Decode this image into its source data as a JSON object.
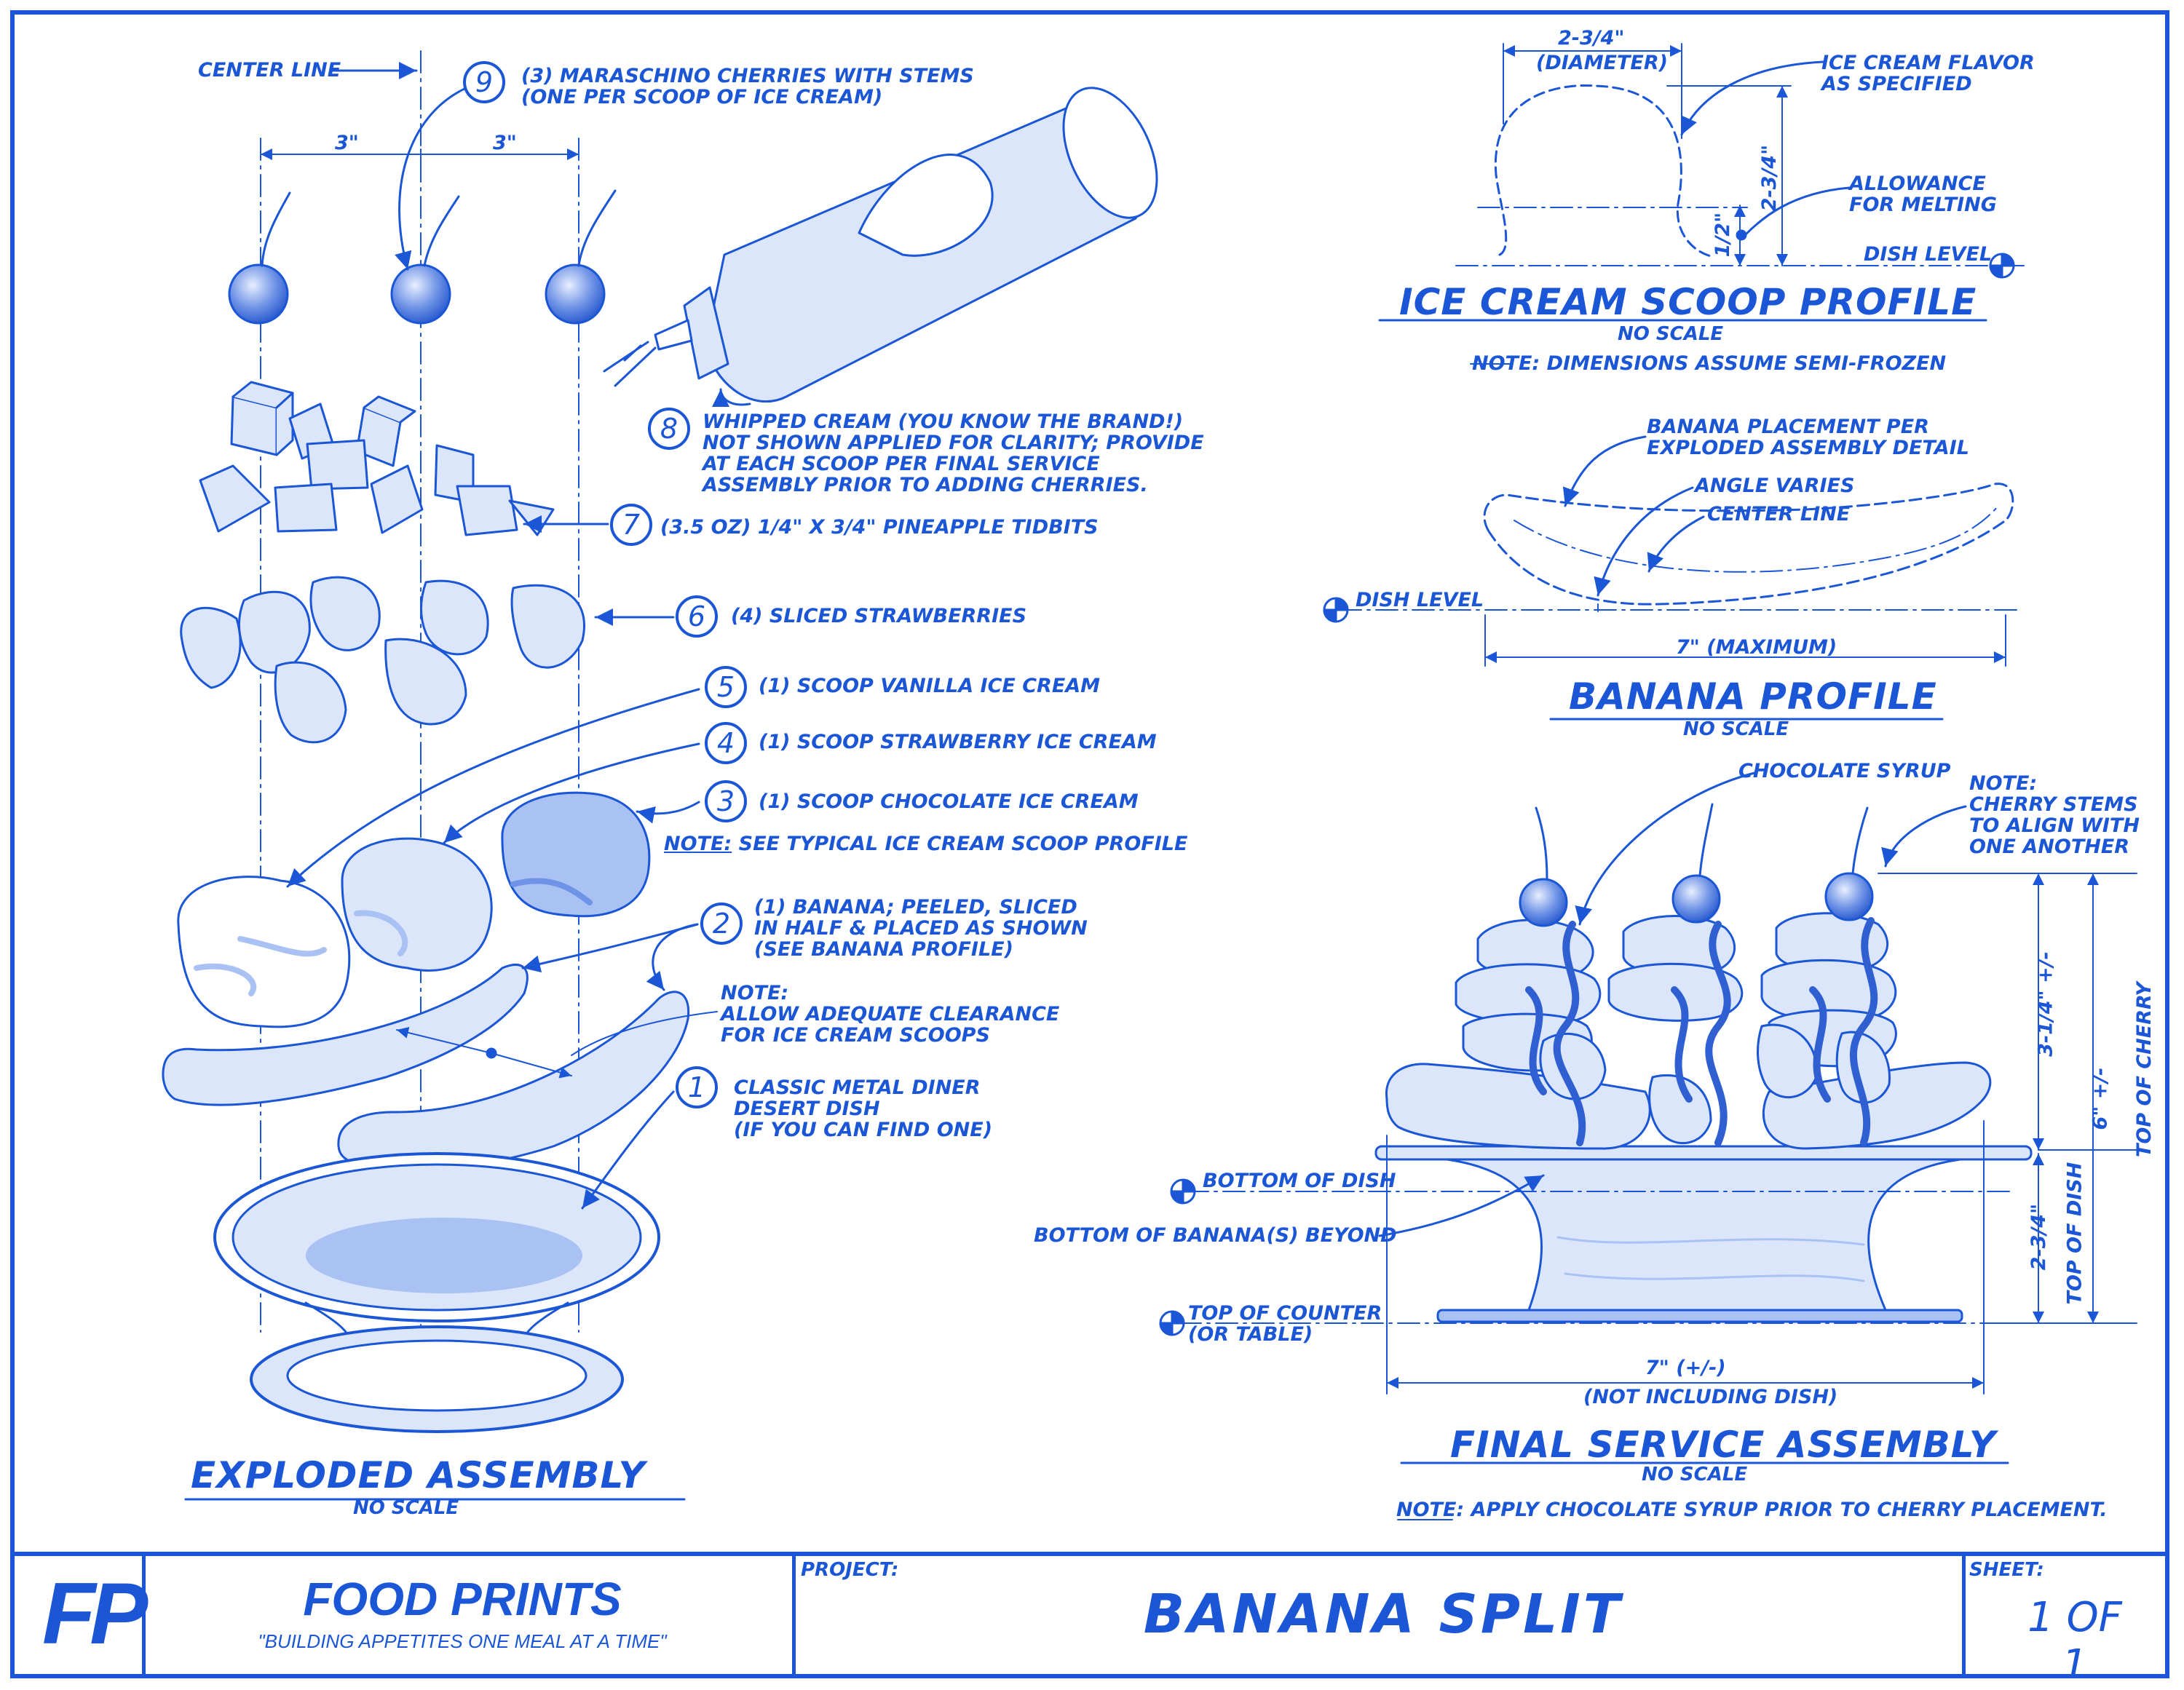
{
  "exploded": {
    "center_line": "CENTER LINE",
    "dim_left": "3\"",
    "dim_right": "3\"",
    "title": "EXPLODED ASSEMBLY",
    "no_scale": "NO SCALE",
    "callouts": [
      {
        "num": "9",
        "text": "(3) MARASCHINO CHERRIES WITH STEMS\n(ONE PER SCOOP OF ICE CREAM)"
      },
      {
        "num": "8",
        "text": "WHIPPED CREAM (YOU KNOW THE BRAND!)\nNOT SHOWN APPLIED FOR CLARITY; PROVIDE\nAT EACH SCOOP PER FINAL SERVICE\nASSEMBLY PRIOR TO ADDING CHERRIES."
      },
      {
        "num": "7",
        "text": "(3.5 OZ) 1/4\" X 3/4\" PINEAPPLE TIDBITS"
      },
      {
        "num": "6",
        "text": "(4) SLICED STRAWBERRIES"
      },
      {
        "num": "5",
        "text": "(1) SCOOP VANILLA ICE CREAM"
      },
      {
        "num": "4",
        "text": "(1) SCOOP STRAWBERRY ICE CREAM"
      },
      {
        "num": "3",
        "text": "(1) SCOOP CHOCOLATE ICE CREAM"
      },
      {
        "num": "2",
        "text": "(1) BANANA; PEELED, SLICED\nIN HALF & PLACED AS SHOWN\n(SEE BANANA PROFILE)"
      },
      {
        "num": "1",
        "text": "CLASSIC METAL DINER\nDESERT DISH\n(IF YOU CAN FIND ONE)"
      }
    ],
    "note_scoop_prefix": "NOTE:",
    "note_scoop": " SEE TYPICAL ICE CREAM SCOOP PROFILE",
    "note_clearance": "NOTE:\nALLOW ADEQUATE CLEARANCE\nFOR ICE CREAM SCOOPS"
  },
  "scoop_profile": {
    "dim_top": "2-3/4\"",
    "dim_top_sub": "(DIAMETER)",
    "dim_vertical": "2-3/4\"",
    "dim_small": "1/2\"",
    "flavor": "ICE CREAM FLAVOR\nAS SPECIFIED",
    "melting": "ALLOWANCE\nFOR MELTING",
    "dish_level": "DISH LEVEL",
    "title": "ICE CREAM SCOOP PROFILE",
    "no_scale": "NO SCALE",
    "note_prefix": "NOTE:",
    "note": " DIMENSIONS ASSUME SEMI-FROZEN"
  },
  "banana_profile": {
    "placement": "BANANA PLACEMENT PER\nEXPLODED ASSEMBLY DETAIL",
    "angle": "ANGLE VARIES",
    "center_line": "CENTER LINE",
    "dish_level": "DISH LEVEL",
    "dim": "7\" (MAXIMUM)",
    "title": "BANANA PROFILE",
    "no_scale": "NO SCALE"
  },
  "final_assembly": {
    "chocolate": "CHOCOLATE SYRUP",
    "note_stems": "NOTE:\nCHERRY STEMS\nTO ALIGN WITH\nONE ANOTHER",
    "dim_a": "3-1/4\" +/-",
    "dim_b": "6\" +/-",
    "dim_b_sub": "TOP OF CHERRY",
    "dim_c": "2-3/4\"",
    "dim_c_sub": "TOP OF DISH",
    "bottom_dish": "BOTTOM OF DISH",
    "bottom_banana": "BOTTOM OF BANANA(S) BEYOND",
    "top_counter": "TOP OF COUNTER\n(OR TABLE)",
    "dim_width": "7\" (+/-)",
    "dim_width_sub": "(NOT INCLUDING DISH)",
    "title": "FINAL SERVICE ASSEMBLY",
    "no_scale": "NO SCALE",
    "note_prefix": "NOTE:",
    "note": " APPLY CHOCOLATE SYRUP PRIOR TO CHERRY PLACEMENT."
  },
  "title_block": {
    "logo": "FP",
    "brand": "FOOD PRINTS",
    "tagline": "\"BUILDING  APPETITES ONE MEAL AT A TIME\"",
    "project_label": "PROJECT:",
    "project": "BANANA SPLIT",
    "sheet_label": "SHEET:",
    "sheet": "1 OF 1"
  },
  "colors": {
    "line": "#1a56d6",
    "fill_light": "#dbe6fb",
    "fill_mid": "#a9c1f3",
    "fill_dark": "#6f93e6"
  }
}
